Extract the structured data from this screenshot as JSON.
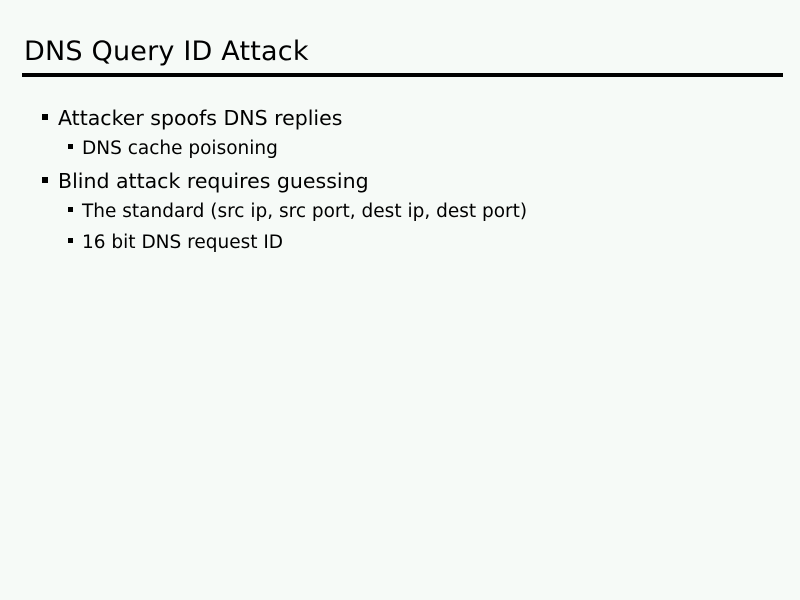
{
  "slide": {
    "title": "DNS Query ID Attack",
    "accent_color": "#000000",
    "background_color": "#f6faf7",
    "text_color": "#000000",
    "bullet_marker": "filled-square",
    "bullets": [
      {
        "level": 1,
        "text": "Attacker spoofs DNS replies"
      },
      {
        "level": 2,
        "text": "DNS cache poisoning"
      },
      {
        "level": 1,
        "text": "Blind attack requires guessing"
      },
      {
        "level": 2,
        "text": "The standard (src ip, src port, dest ip, dest port)"
      },
      {
        "level": 2,
        "text": "16 bit DNS request ID"
      }
    ]
  }
}
